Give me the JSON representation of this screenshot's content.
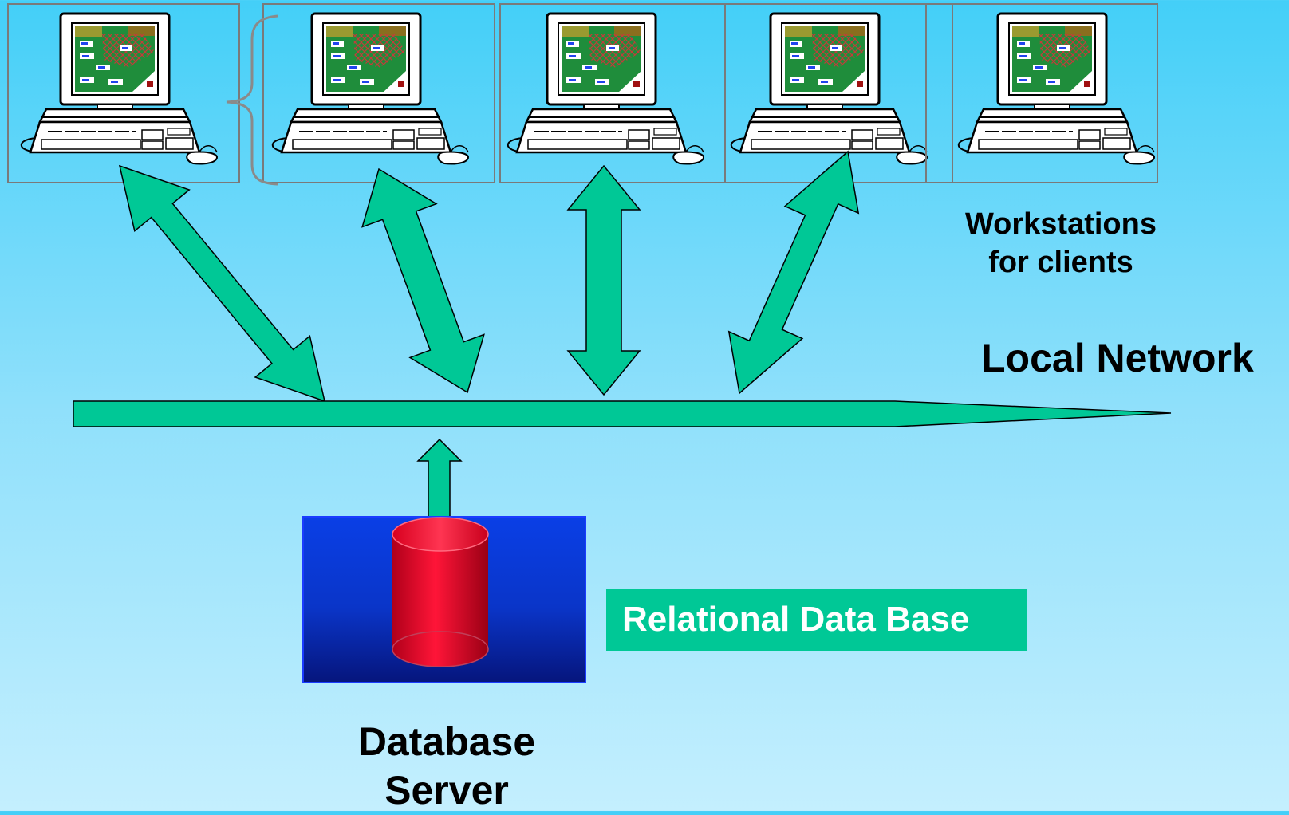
{
  "workstations": {
    "count": 5,
    "label_line1": "Workstations",
    "label_line2": "for clients"
  },
  "network": {
    "label": "Local Network"
  },
  "server": {
    "label_line1": "Database",
    "label_line2": "Server"
  },
  "database": {
    "label": "Relational Data Base"
  },
  "colors": {
    "arrow": "#00c896",
    "label_box": "#00c896",
    "server_box": "#0a3ee0",
    "cylinder": "#ea0027",
    "screen": "#1a8c3a"
  },
  "icons": [
    "computer-icon",
    "brace-icon",
    "database-cylinder-icon",
    "double-arrow-icon",
    "up-arrow-icon"
  ]
}
